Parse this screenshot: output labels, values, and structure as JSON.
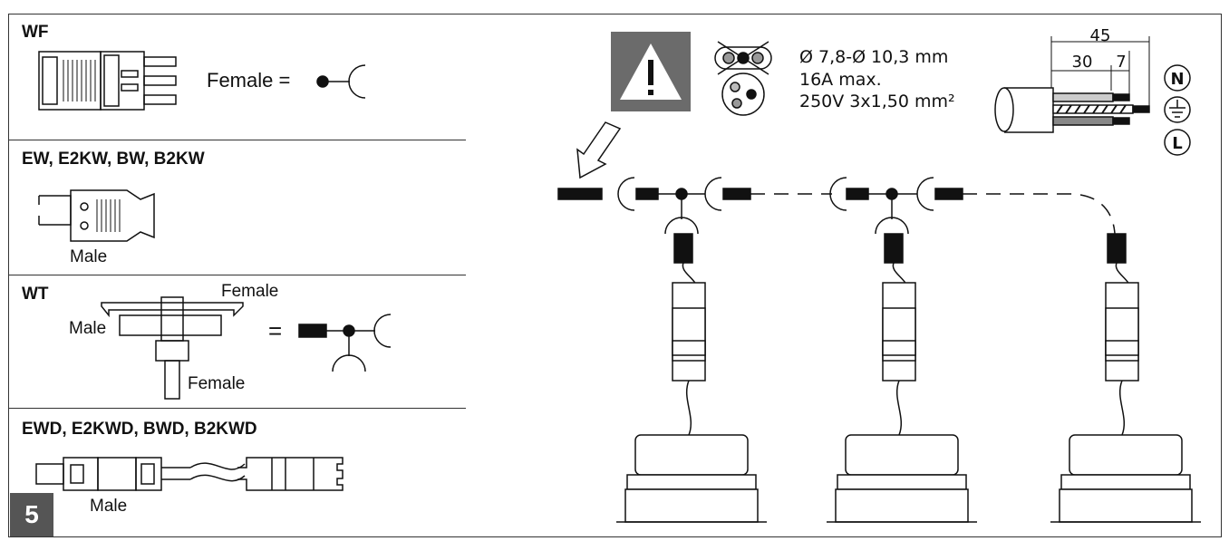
{
  "sections": {
    "wf": {
      "title": "WF",
      "equation": "Female ="
    },
    "ew": {
      "title": "EW, E2KW, BW, B2KW",
      "label": "Male"
    },
    "wt": {
      "title": "WT",
      "label_female_top": "Female",
      "label_male": "Male",
      "label_female_bottom": "Female",
      "equals": "="
    },
    "ewd": {
      "title": "EWD, E2KWD, BWD, B2KWD",
      "label": "Male"
    }
  },
  "page_number": "5",
  "warning": {
    "icon": "warning-icon"
  },
  "cable_spec": {
    "diameter": "Ø 7,8-Ø 10,3 mm",
    "current": "16A max.",
    "voltage": "250V  3x1,50 mm²"
  },
  "strip_dimensions": {
    "total": "45",
    "outer": "30",
    "inner": "7"
  },
  "terminals": {
    "neutral": "N",
    "line": "L",
    "earth": "earth-icon"
  },
  "luminaires": {
    "count": 3
  },
  "colors": {
    "ink": "#111111",
    "badge": "#555555",
    "warning_bg": "#6b6b6b"
  }
}
